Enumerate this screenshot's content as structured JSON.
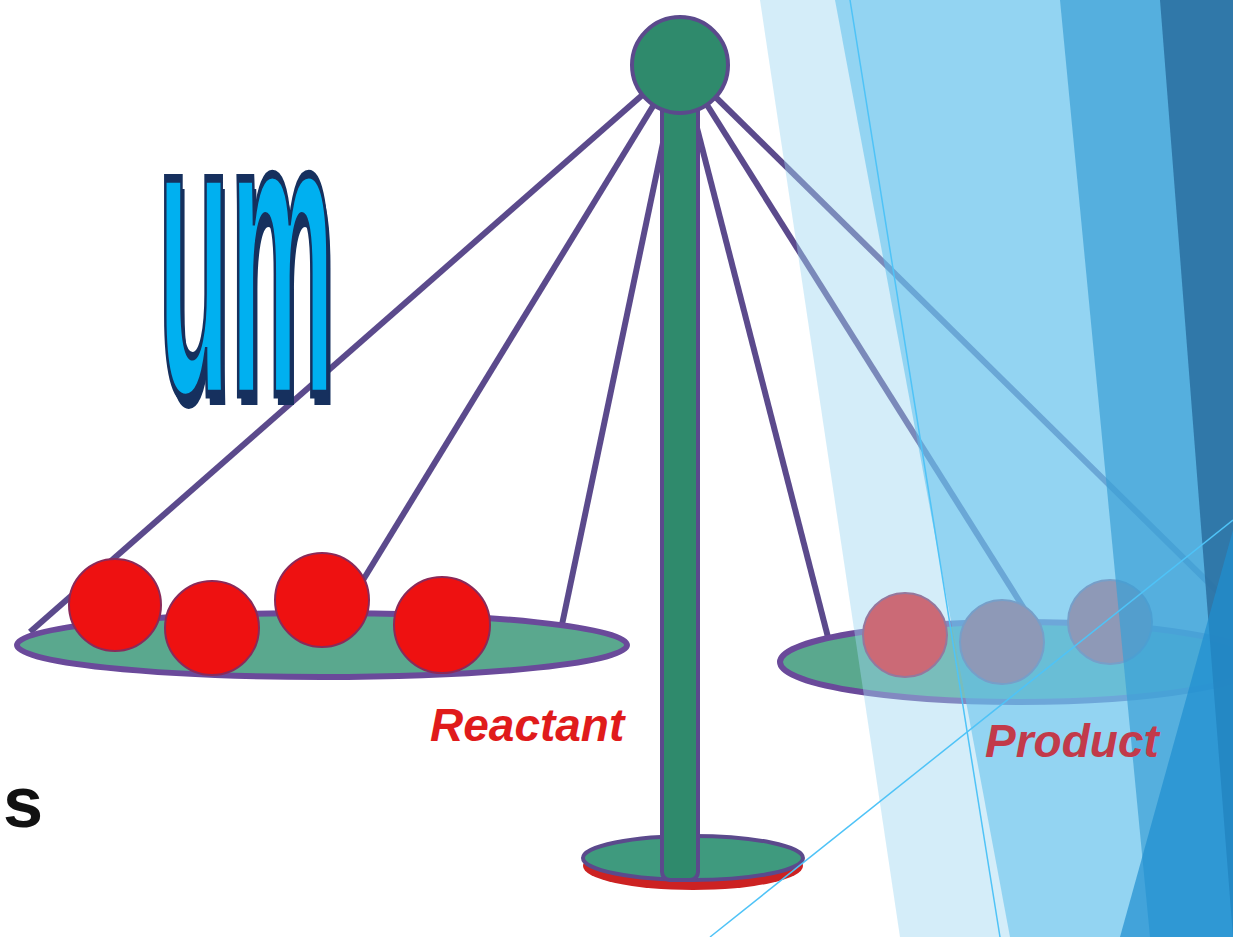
{
  "diagram": {
    "labels": [
      "um",
      "Reactant",
      "Product",
      "s"
    ]
  }
}
